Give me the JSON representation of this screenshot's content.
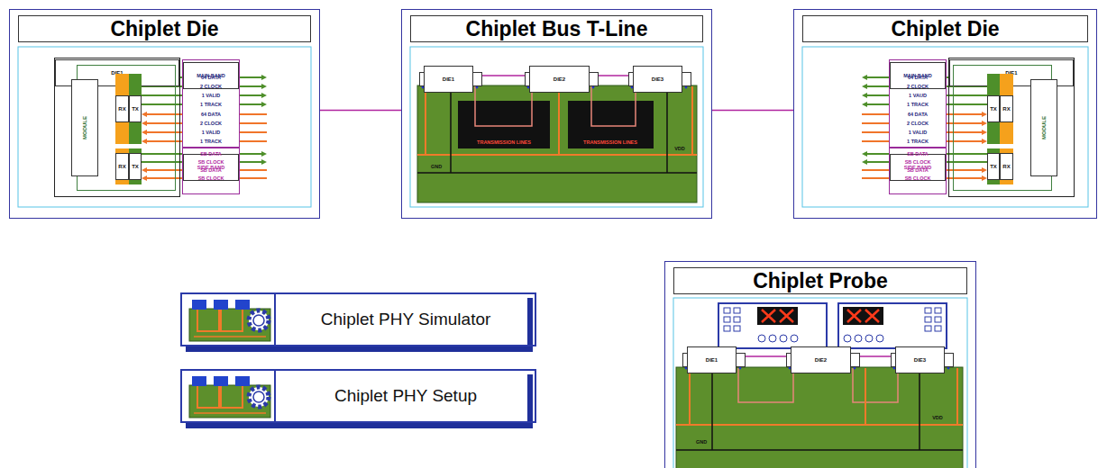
{
  "diagram": {
    "nodes": [
      {
        "text": [
          "Chiplet Die"
        ]
      },
      {
        "text": [
          "DIE1"
        ],
        "in": 0
      },
      {
        "text": [
          "MODULE"
        ],
        "in": 1
      },
      {
        "text": [
          "RX"
        ],
        "in": 2
      },
      {
        "text": [
          "TX"
        ],
        "in": 2
      },
      {
        "text": [
          "RX"
        ],
        "in": 2
      },
      {
        "text": [
          "TX"
        ],
        "in": 2
      },
      {
        "text": [
          "MAIN BAND"
        ],
        "in": 0
      },
      {
        "text": [
          "SIDE BAND"
        ],
        "in": 0
      },
      {
        "text": [
          "Chiplet Bus T-Line"
        ]
      },
      {
        "text": [
          "DIE1"
        ],
        "in": 9
      },
      {
        "text": [
          "DIE2"
        ],
        "in": 9
      },
      {
        "text": [
          "DIE3"
        ],
        "in": 9
      },
      {
        "text": [
          "Chiplet Die"
        ]
      },
      {
        "text": [
          "DIE1"
        ],
        "in": 13
      },
      {
        "text": [
          "MODULE"
        ],
        "in": 14
      },
      {
        "text": [
          "TX"
        ],
        "in": 15
      },
      {
        "text": [
          "RX"
        ],
        "in": 15
      },
      {
        "text": [
          "TX"
        ],
        "in": 15
      },
      {
        "text": [
          "RX"
        ],
        "in": 15
      },
      {
        "text": [
          "MAIN BAND"
        ],
        "in": 13
      },
      {
        "text": [
          "SIDE BAND"
        ],
        "in": 13
      },
      {
        "text": [
          "Chiplet PHY Simulator"
        ]
      },
      {
        "text": [
          "Chiplet PHY Setup"
        ]
      },
      {
        "text": [
          "Chiplet Probe"
        ]
      },
      {
        "text": [
          "DIE1"
        ],
        "in": 24
      },
      {
        "text": [
          "DIE2"
        ],
        "in": 24
      },
      {
        "text": [
          "DIE3"
        ],
        "in": 24
      }
    ],
    "edges": [
      {
        "from": 0,
        "to": 9,
        "arrow": "none"
      },
      {
        "from": 9,
        "to": 13,
        "arrow": "none"
      },
      {
        "from": 10,
        "to": 11,
        "arrow": "none"
      },
      {
        "from": 11,
        "to": 12,
        "arrow": "none"
      },
      {
        "from": 25,
        "to": 26,
        "arrow": "none"
      },
      {
        "from": 26,
        "to": 27,
        "arrow": "none"
      }
    ],
    "labels": [
      "64 DATA",
      "2 CLOCK",
      "1 VALID",
      "1 TRACK",
      "64 DATA",
      "2 CLOCK",
      "1 VALID",
      "1 TRACK",
      "SB DATA",
      "SB CLOCK",
      "SB DATA",
      "SB CLOCK",
      "TRANSMISSION LINES",
      "TRANSMISSION LINES",
      "VDD",
      "GND",
      "64 DATA",
      "2 CLOCK",
      "1 VAUD",
      "1 TRACK",
      "64 DATA",
      "2 CLOCK",
      "1 VALID",
      "1 TRACK",
      "SB DATA",
      "SB CLOCK",
      "SB DATA",
      "SB CLOCK",
      "VDD",
      "GND"
    ]
  }
}
